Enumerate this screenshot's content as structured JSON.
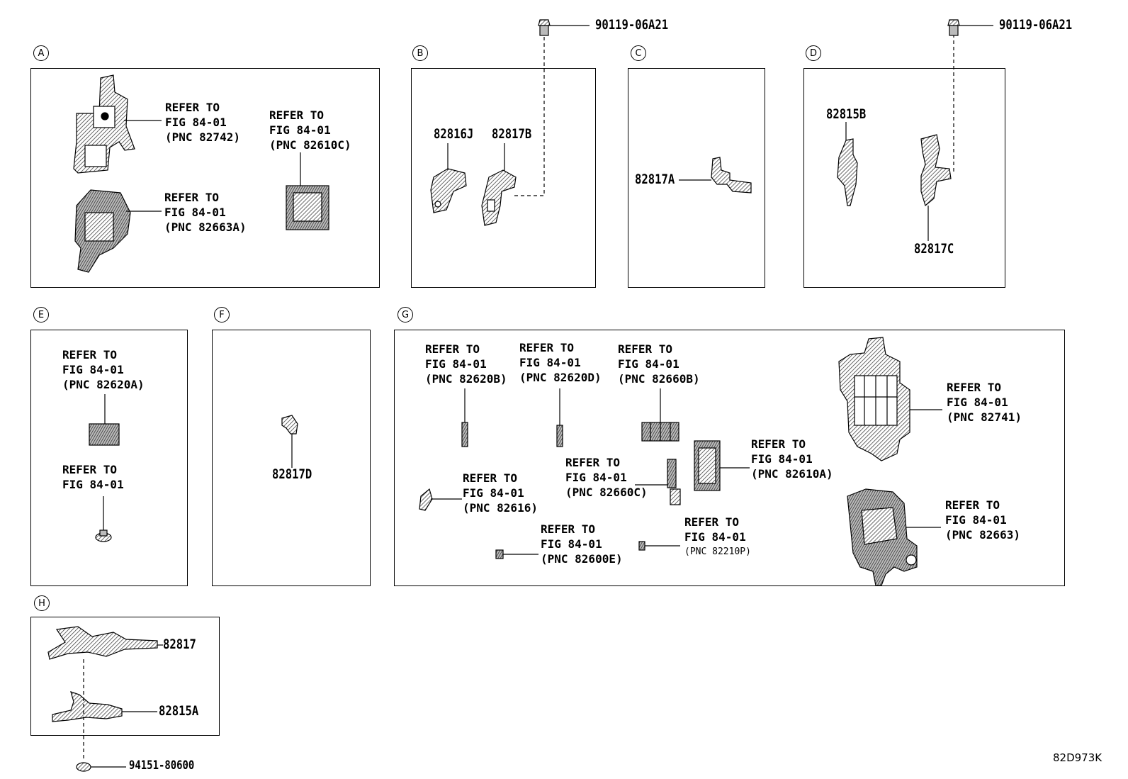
{
  "sections": {
    "a": {
      "letter": "A",
      "refs": [
        {
          "l1": "REFER TO",
          "l2": "FIG 84-01",
          "l3": "(PNC 82742)"
        },
        {
          "l1": "REFER TO",
          "l2": "FIG 84-01",
          "l3": "(PNC 82663A)"
        },
        {
          "l1": "REFER TO",
          "l2": "FIG 84-01",
          "l3": "(PNC 82610C)"
        }
      ]
    },
    "b": {
      "letter": "B",
      "parts": [
        "82816J",
        "82817B"
      ],
      "bolt": "90119-06A21"
    },
    "c": {
      "letter": "C",
      "parts": [
        "82817A"
      ]
    },
    "d": {
      "letter": "D",
      "parts": [
        "82815B",
        "82817C"
      ],
      "bolt": "90119-06A21"
    },
    "e": {
      "letter": "E",
      "refs": [
        {
          "l1": "REFER TO",
          "l2": "FIG 84-01",
          "l3": "(PNC 82620A)"
        },
        {
          "l1": "REFER TO",
          "l2": "FIG 84-01"
        }
      ]
    },
    "f": {
      "letter": "F",
      "parts": [
        "82817D"
      ]
    },
    "g": {
      "letter": "G",
      "refs": [
        {
          "l1": "REFER TO",
          "l2": "FIG 84-01",
          "l3": "(PNC 82620B)"
        },
        {
          "l1": "REFER TO",
          "l2": "FIG 84-01",
          "l3": "(PNC 82620D)"
        },
        {
          "l1": "REFER TO",
          "l2": "FIG 84-01",
          "l3": "(PNC 82660B)"
        },
        {
          "l1": "REFER TO",
          "l2": "FIG 84-01",
          "l3": "(PNC 82741)"
        },
        {
          "l1": "REFER TO",
          "l2": "FIG 84-01",
          "l3": "(PNC 82610A)"
        },
        {
          "l1": "REFER TO",
          "l2": "FIG 84-01",
          "l3": "(PNC 82660C)"
        },
        {
          "l1": "REFER TO",
          "l2": "FIG 84-01",
          "l3": "(PNC 82616)"
        },
        {
          "l1": "REFER TO",
          "l2": "FIG 84-01",
          "l3": "(PNC 82663)"
        },
        {
          "l1": "REFER TO",
          "l2": "FIG 84-01",
          "l3": "(PNC 82600E)"
        },
        {
          "l1": "REFER TO",
          "l2": "FIG 84-01",
          "l3": "(PNC 82210P)"
        }
      ]
    },
    "h": {
      "letter": "H",
      "parts": [
        "82817",
        "82815A"
      ],
      "nut": "94151-80600"
    }
  },
  "diagram_code": "82D973K"
}
